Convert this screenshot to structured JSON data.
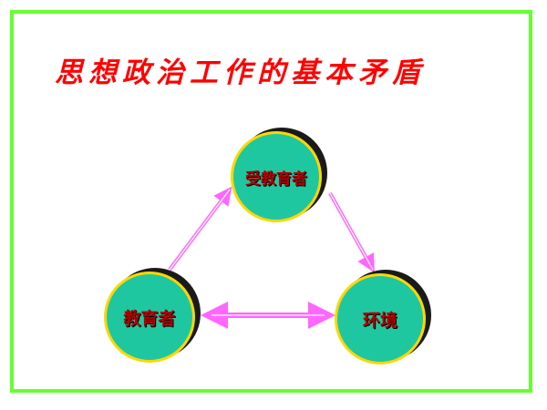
{
  "title": "思想政治工作的基本矛盾",
  "nodes": {
    "top": "受教育者",
    "left": "教育者",
    "right": "环境"
  },
  "colors": {
    "frame": "#66ff33",
    "title": "#ff0000",
    "disc": "#1fc7a0",
    "disc_border": "#ffd700",
    "label": "#b30000",
    "arrow": "#ff66ff"
  },
  "connections": [
    {
      "from": "left",
      "to": "top",
      "direction": "one-way"
    },
    {
      "from": "top",
      "to": "right",
      "direction": "one-way"
    },
    {
      "from": "left",
      "to": "right",
      "direction": "two-way"
    }
  ]
}
